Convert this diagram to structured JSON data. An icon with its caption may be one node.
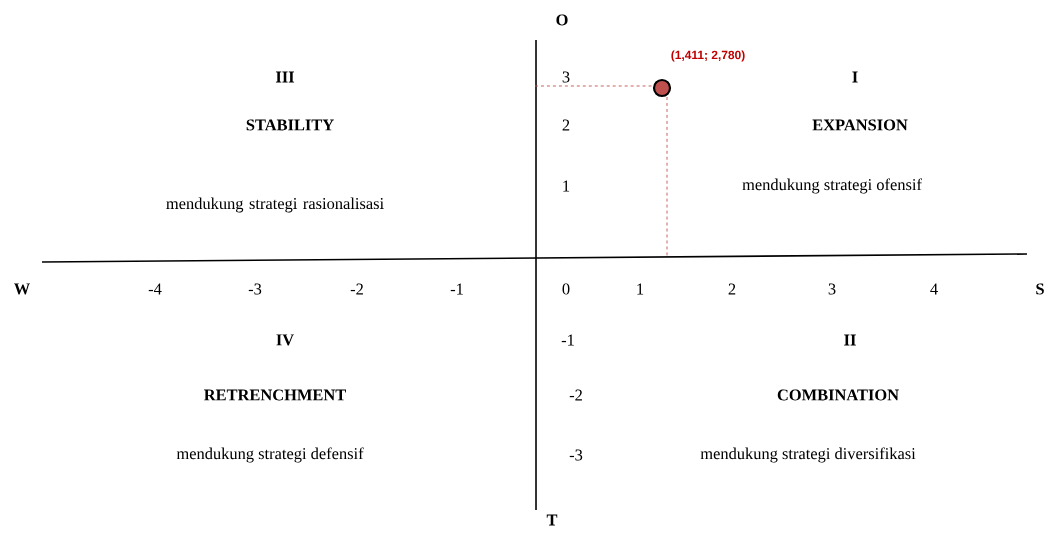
{
  "diagram": {
    "labels": [
      "O",
      "(1,411; 2,780)",
      "III",
      "3",
      "I",
      "STABILITY",
      "2",
      "EXPANSION",
      "mendukung strategi rasionalisasi",
      "1",
      "mendukung strategi ofensif",
      "W",
      "-4",
      "-3",
      "-2",
      "-1",
      "0",
      "1",
      "2",
      "3",
      "4",
      "S",
      "IV",
      "-1",
      "II",
      "RETRENCHMENT",
      "-2",
      "COMBINATION",
      "mendukung strategi defensif",
      "-3",
      "mendukung strategi diversifikasi",
      "T"
    ]
  }
}
